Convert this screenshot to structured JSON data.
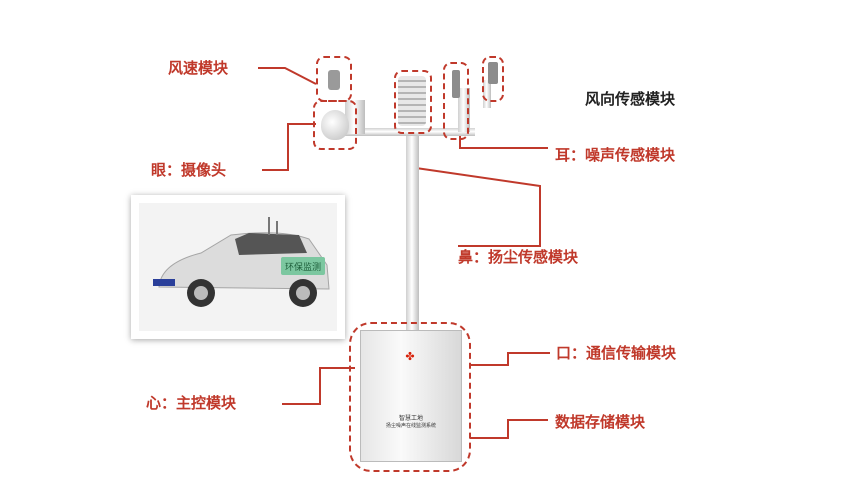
{
  "labels": {
    "wind_speed": "风速模块",
    "wind_direction": "风向传感模块",
    "eye": "眼：摄像头",
    "ear": "耳：噪声传感模块",
    "nose": "鼻：扬尘传感模块",
    "mouth": "口：通信传输模块",
    "heart": "心：主控模块",
    "storage": "数据存储模块"
  },
  "cabinet": {
    "line1": "智慧工地",
    "line2": "扬尘噪声在线监测系统"
  },
  "car": {
    "door_text": "环保监测"
  },
  "colors": {
    "accent": "#c0392b",
    "text": "#222222"
  }
}
